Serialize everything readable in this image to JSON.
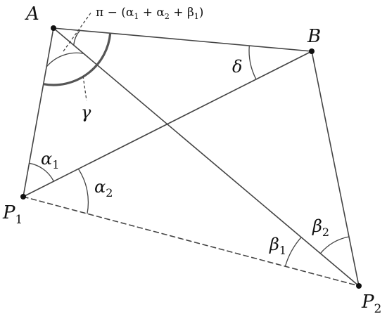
{
  "points": {
    "A": {
      "label": "A"
    },
    "B": {
      "label": "B"
    },
    "P1": {
      "label": "P",
      "sub": "1"
    },
    "P2": {
      "label": "P",
      "sub": "2"
    }
  },
  "angles": {
    "gamma": {
      "label": "γ"
    },
    "delta": {
      "label": "δ"
    },
    "alpha1": {
      "label": "α",
      "sub": "1"
    },
    "alpha2": {
      "label": "α",
      "sub": "2"
    },
    "beta1": {
      "label": "β",
      "sub": "1"
    },
    "beta2": {
      "label": "β",
      "sub": "2"
    },
    "remainder": {
      "prefix": "π − (α",
      "s1": "1",
      "mid1": " + α",
      "s2": "2",
      "mid2": " + β",
      "s3": "1",
      "suffix": ")"
    }
  },
  "colors": {
    "line": "#444444",
    "point": "#111111",
    "text": "#111111"
  }
}
